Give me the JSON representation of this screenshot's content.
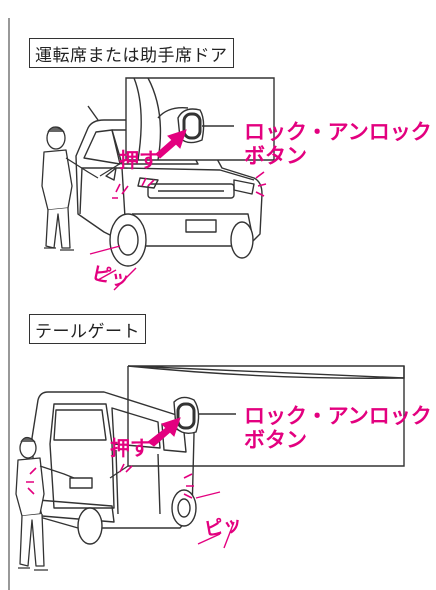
{
  "sections": [
    {
      "label": "運転席または助手席ドア",
      "push_label": "押す",
      "button_label": "ロック・アンロックボタン",
      "button_label_line1": "ロック・アンロック",
      "button_label_line2": "ボタン",
      "sound_label": "ピッ"
    },
    {
      "label": "テールゲート",
      "push_label": "押す",
      "button_label": "ロック・アンロックボタン",
      "button_label_line1": "ロック・アンロック",
      "button_label_line2": "ボタン",
      "sound_label": "ピッ"
    }
  ],
  "colors": {
    "accent": "#e3007f",
    "line": "#333333"
  }
}
